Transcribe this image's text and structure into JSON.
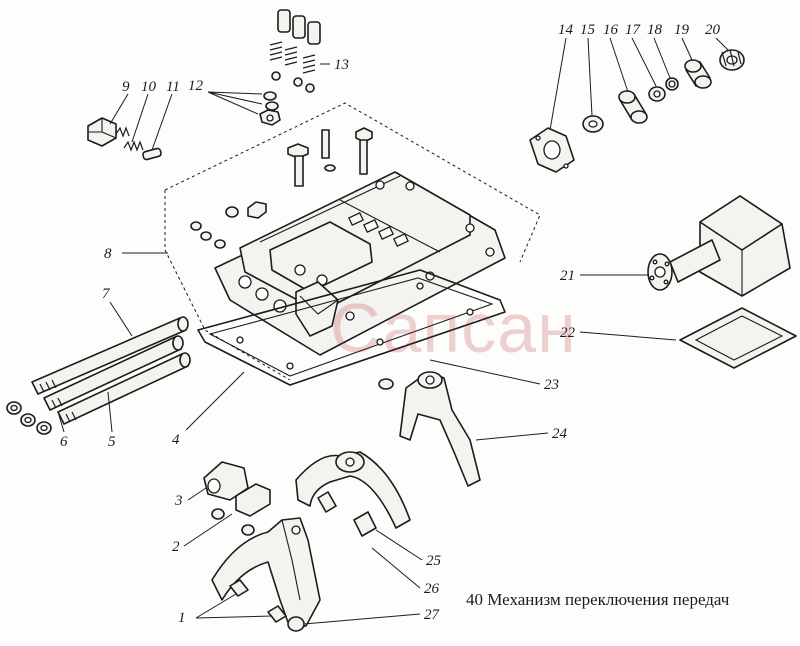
{
  "caption": "40 Механизм переключения передач",
  "watermark": "Сапсан",
  "labels": {
    "l1": "1",
    "l2": "2",
    "l3": "3",
    "l4": "4",
    "l5": "5",
    "l6": "6",
    "l7": "7",
    "l8": "8",
    "l9": "9",
    "l10": "10",
    "l11": "11",
    "l12": "12",
    "l13": "13",
    "l14": "14",
    "l15": "15",
    "l16": "16",
    "l17": "17",
    "l18": "18",
    "l19": "19",
    "l20": "20",
    "l21": "21",
    "l22": "22",
    "l23": "23",
    "l24": "24",
    "l25": "25",
    "l26": "26",
    "l27": "27"
  }
}
